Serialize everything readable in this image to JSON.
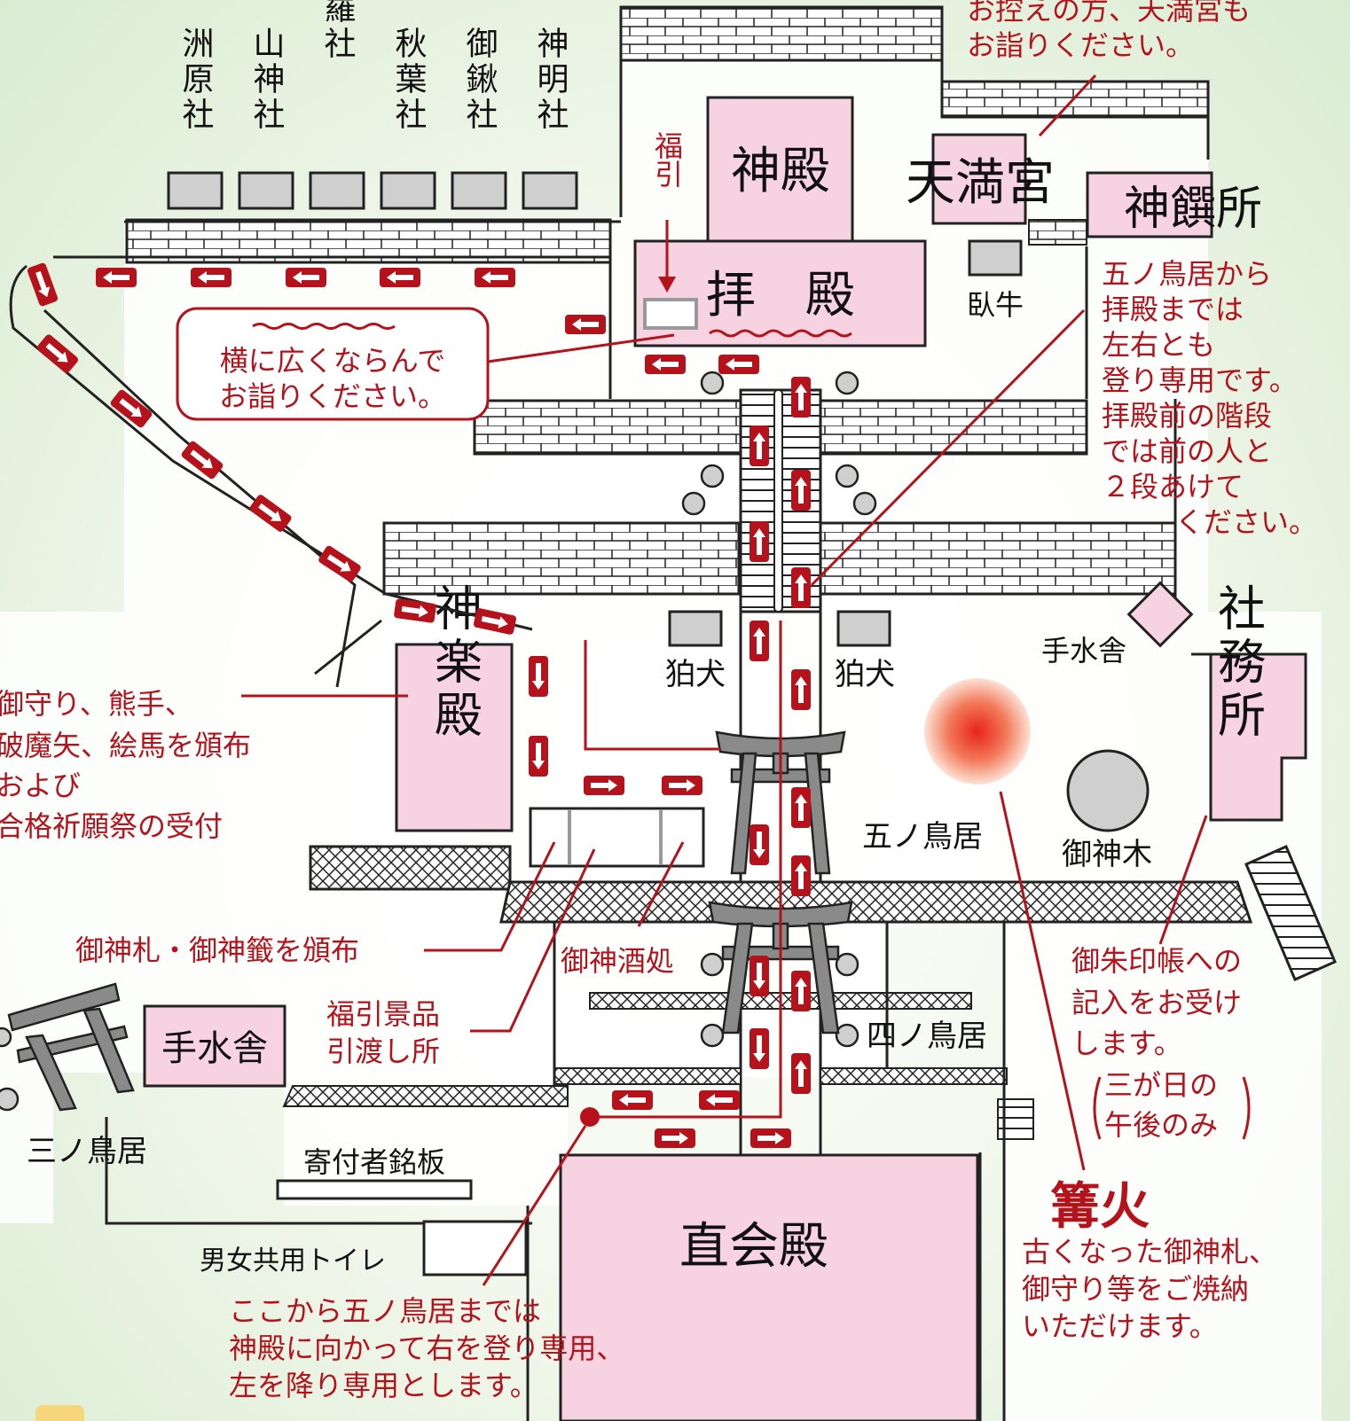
{
  "shrines": [
    {
      "name": "洲原社"
    },
    {
      "name": "山神社"
    },
    {
      "name": "金刀比羅社"
    },
    {
      "name": "秋葉社"
    },
    {
      "name": "御鍬社"
    },
    {
      "name": "神明社"
    }
  ],
  "buildings": {
    "shinden": "神殿",
    "haiden": "拝　殿",
    "tenmangu": "天満宮",
    "shinsenjo": "神饌所",
    "gagyu": "臥牛",
    "kaguraden": "神楽殿",
    "shamusho": "社務所",
    "naorai": "直会殿",
    "temizuya_left": "手水舎",
    "temizuya_right": "手水舎",
    "toilet": "男女共用トイレ",
    "kifu": "寄付者銘板",
    "goshinboku": "御神木",
    "komainu_left": "狛犬",
    "komainu_right": "狛犬",
    "fukubiki": "福引"
  },
  "torii": {
    "san": "三ノ鳥居",
    "yon": "四ノ鳥居",
    "go": "五ノ鳥居"
  },
  "notes": {
    "tenmangu": [
      "お控えの方、天満宮も",
      "お詣りください。"
    ],
    "line_up": [
      "横に広くならんで",
      "お詣りください。"
    ],
    "stairs": [
      "五ノ鳥居から",
      "拝殿までは",
      "左右とも",
      "登り専用です。",
      "拝殿前の階段",
      "では前の人と",
      "２段あけて",
      "ください。"
    ],
    "omamori": [
      "御守り、熊手、",
      "破魔矢、絵馬を頒布",
      "および",
      "合格祈願祭の受付"
    ],
    "ofuda": "御神札・御神籤を頒布",
    "omiki": "御神酒処",
    "fukubiki_prize": [
      "福引景品",
      "引渡し所"
    ],
    "goshuin": [
      "御朱印帳への",
      "記入をお受け",
      "します。"
    ],
    "goshuin_time": [
      "三が日の",
      "午後のみ"
    ],
    "kagaribi_title": "篝火",
    "kagaribi": [
      "古くなった御神札、",
      "御守り等をご焼納",
      "いただけます。"
    ],
    "bottom": [
      "ここから五ノ鳥居までは",
      "神殿に向かって右を登り専用、",
      "左を降り専用とします。"
    ]
  },
  "colors": {
    "accent": "#b5121b",
    "building": "#f7d3e2",
    "fire": "#e8231f"
  }
}
